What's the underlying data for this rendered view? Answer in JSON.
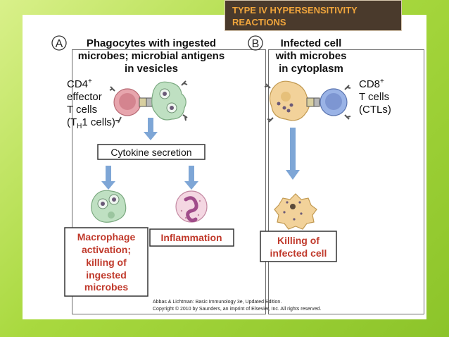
{
  "slide": {
    "title": "TYPE IV HYPERSENSITIVITY REACTIONS",
    "title_color": "#f0a53c"
  },
  "panel_a": {
    "letter": "A",
    "heading": [
      "Phagocytes with ingested",
      "microbes; microbial antigens",
      "in vesicles"
    ],
    "cell_label": [
      "CD4",
      "+",
      "effector",
      "T cells",
      "(T",
      "H",
      "1 cells)"
    ],
    "cytokine_box": "Cytokine secretion",
    "outcome_left": [
      "Macrophage",
      "activation;",
      "killing of",
      "ingested",
      "microbes"
    ],
    "outcome_right": "Inflammation"
  },
  "panel_b": {
    "letter": "B",
    "heading": [
      "Infected cell",
      "with microbes",
      "in cytoplasm"
    ],
    "cell_label": [
      "CD8",
      "+",
      "T cells",
      "(CTLs)"
    ],
    "outcome": [
      "Killing of",
      "infected cell"
    ]
  },
  "credit": {
    "line1": "Abbas & Lichtman: Basic Immunology 3e, Updated Edition.",
    "line2": "Copyright © 2010 by Saunders, an imprint of Elsevier, Inc. All rights reserved."
  },
  "colors": {
    "outcome_text": "#c0392b",
    "arrow": "#7ea6d6",
    "t_cell": "#e7a5ad",
    "macrophage": "#bfe0c2",
    "ctl": "#9ab3e6",
    "infected_cell": "#f2d29a"
  }
}
